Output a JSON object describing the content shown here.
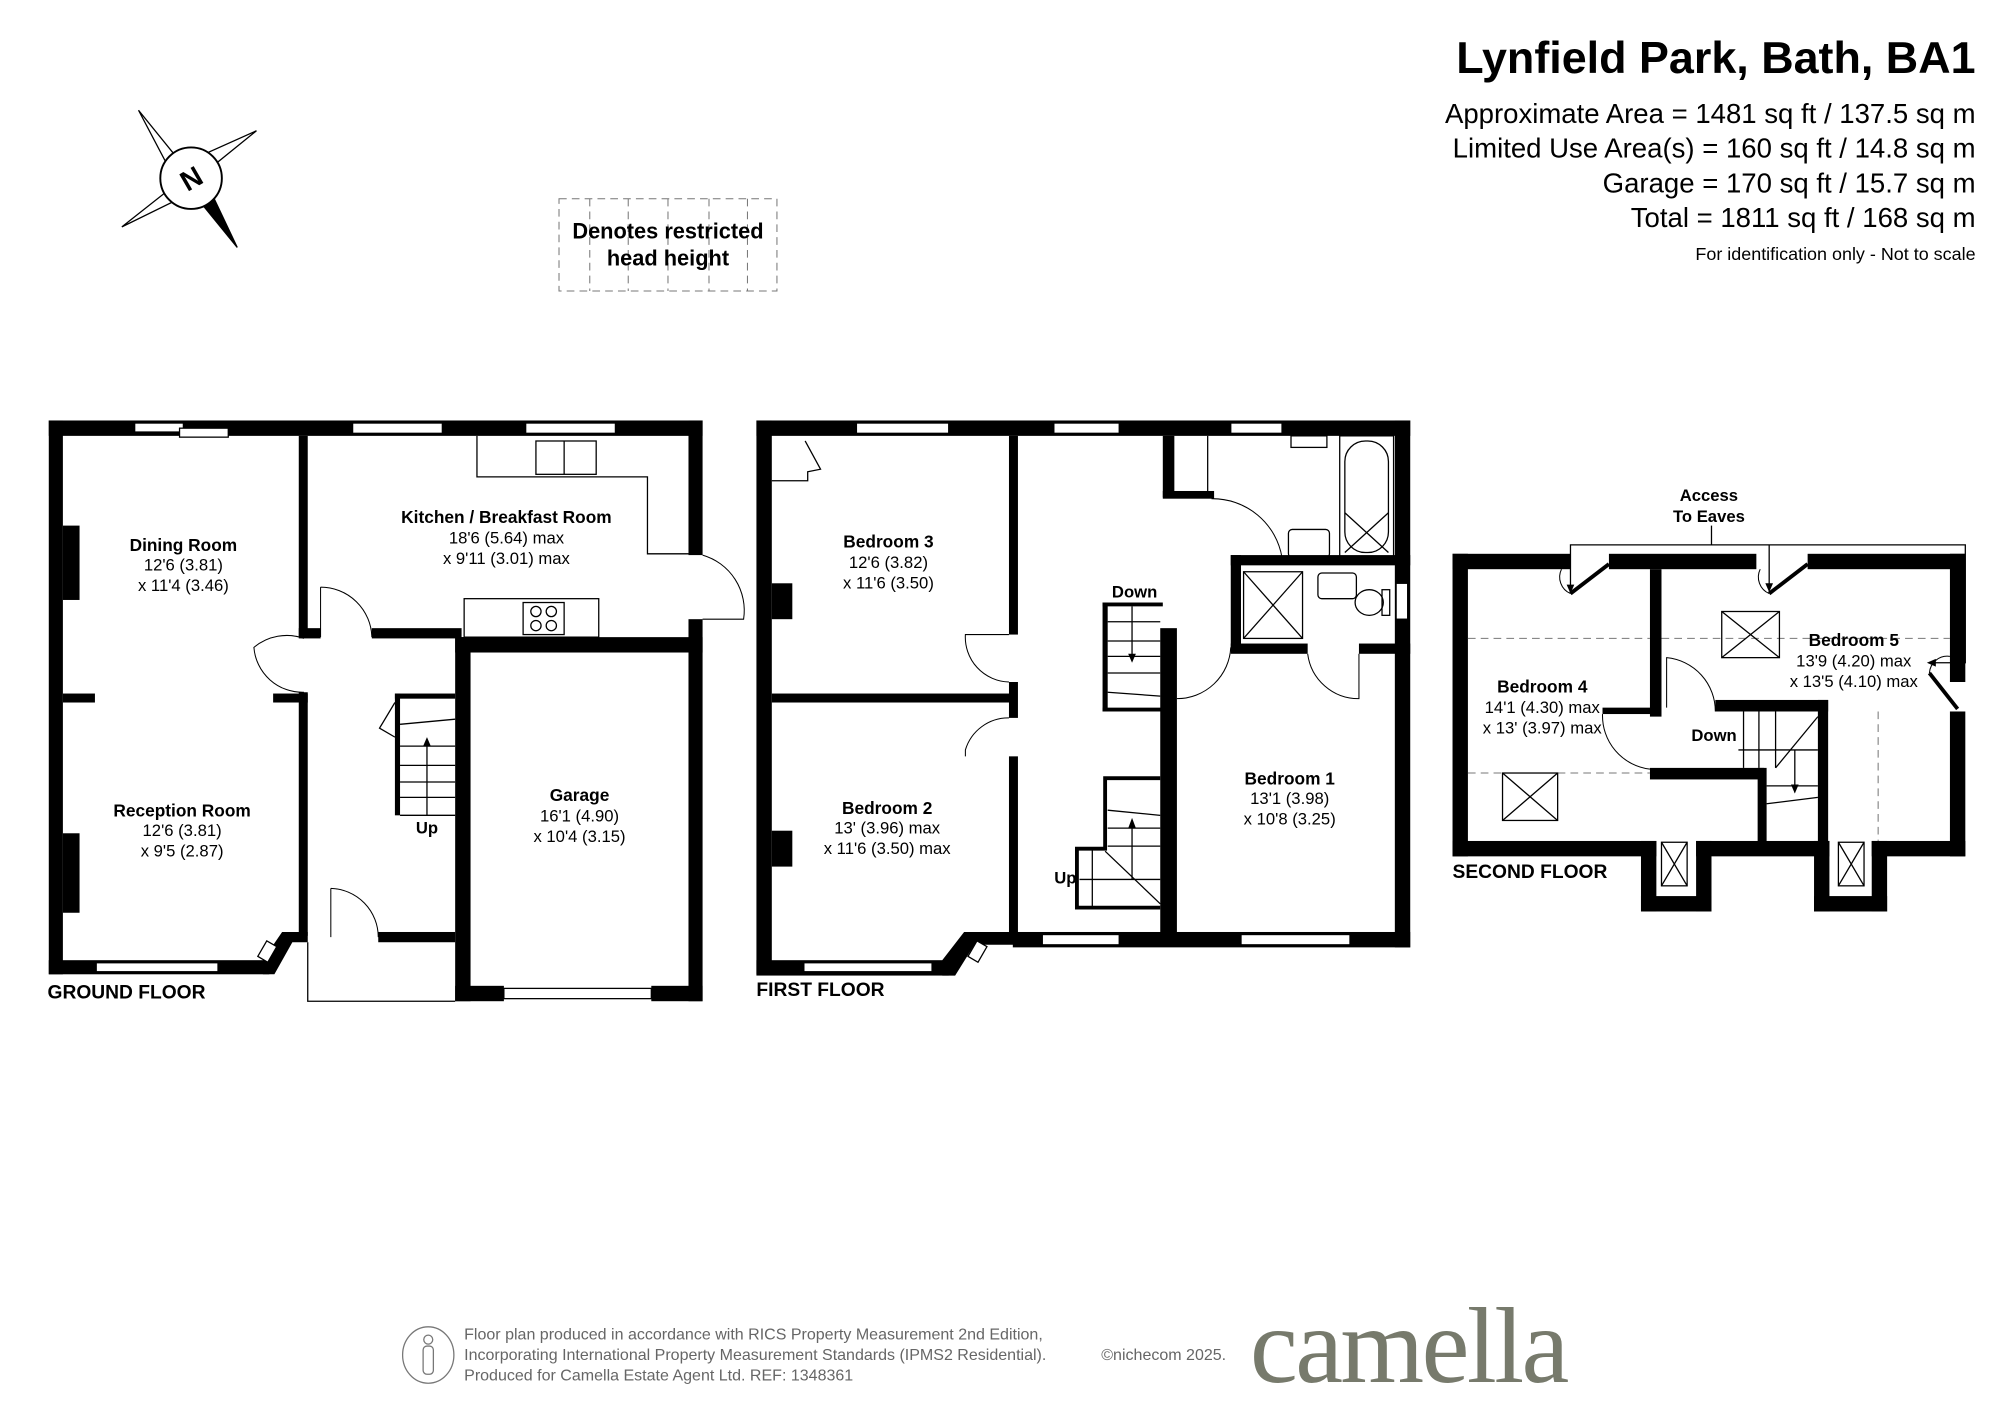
{
  "header": {
    "title": "Lynfield Park, Bath, BA1",
    "areas": [
      "Approximate Area = 1481 sq ft / 137.5 sq m",
      "Limited Use Area(s) = 160 sq ft / 14.8 sq m",
      "Garage = 170 sq ft / 15.7 sq m",
      "Total = 1811 sq ft / 168 sq m"
    ],
    "note": "For identification only - Not to scale"
  },
  "compass": {
    "label": "N"
  },
  "legend": {
    "line1": "Denotes restricted",
    "line2": "head height"
  },
  "ground_floor": {
    "label": "GROUND FLOOR",
    "rooms": {
      "dining": {
        "name": "Dining Room",
        "dim1": "12'6 (3.81)",
        "dim2": "x 11'4 (3.46)"
      },
      "kitchen": {
        "name": "Kitchen / Breakfast Room",
        "dim1": "18'6 (5.64) max",
        "dim2": "x 9'11 (3.01) max"
      },
      "reception": {
        "name": "Reception Room",
        "dim1": "12'6 (3.81)",
        "dim2": "x 9'5 (2.87)"
      },
      "garage": {
        "name": "Garage",
        "dim1": "16'1 (4.90)",
        "dim2": "x 10'4 (3.15)"
      }
    },
    "stairs_label": "Up"
  },
  "first_floor": {
    "label": "FIRST FLOOR",
    "rooms": {
      "bed3": {
        "name": "Bedroom 3",
        "dim1": "12'6 (3.82)",
        "dim2": "x 11'6 (3.50)"
      },
      "bed2": {
        "name": "Bedroom 2",
        "dim1": "13' (3.96) max",
        "dim2": "x 11'6 (3.50) max"
      },
      "bed1": {
        "name": "Bedroom 1",
        "dim1": "13'1 (3.98)",
        "dim2": "x 10'8 (3.25)"
      }
    },
    "stairs_down": "Down",
    "stairs_up": "Up"
  },
  "second_floor": {
    "label": "SECOND FLOOR",
    "access_line1": "Access",
    "access_line2": "To Eaves",
    "rooms": {
      "bed4": {
        "name": "Bedroom 4",
        "dim1": "14'1 (4.30) max",
        "dim2": "x 13' (3.97) max"
      },
      "bed5": {
        "name": "Bedroom 5",
        "dim1": "13'9 (4.20) max",
        "dim2": "x 13'5 (4.10) max"
      }
    },
    "stairs_down": "Down"
  },
  "footer": {
    "line1": "Floor plan produced in accordance with RICS Property Measurement 2nd Edition,",
    "line2": "Incorporating International Property Measurement Standards (IPMS2 Residential).",
    "copyright": "©nichecom 2025.",
    "line3": "Produced for Camella Estate Agent Ltd.   REF: 1348361",
    "logo": "camella"
  },
  "colors": {
    "walls": "#000000",
    "logo": "#777a6c",
    "footer_text": "#666666"
  }
}
